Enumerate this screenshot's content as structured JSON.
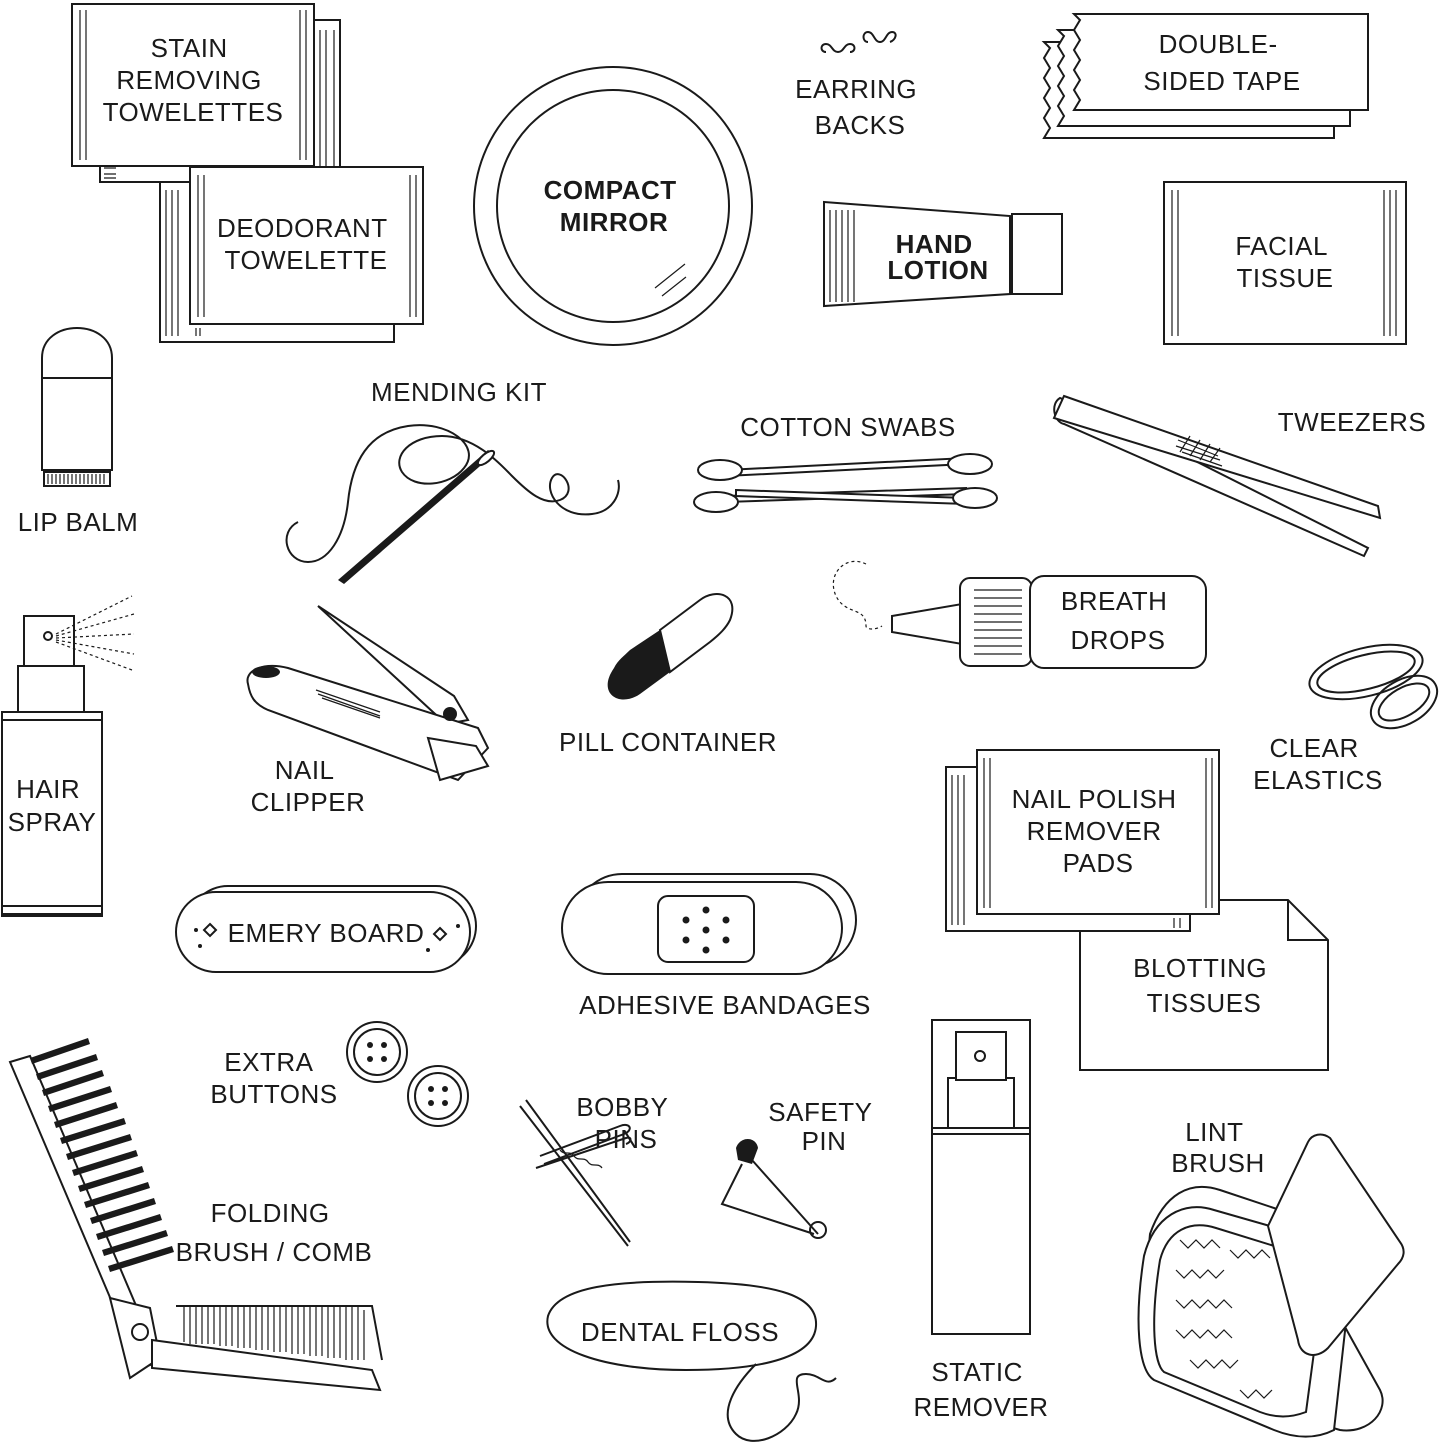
{
  "colors": {
    "ink": "#1a1a1a",
    "background": "#ffffff"
  },
  "items": {
    "stain_towelettes": [
      "STAIN",
      "REMOVING",
      "TOWELETTES"
    ],
    "deodorant_towelette": [
      "DEODORANT",
      "TOWELETTE"
    ],
    "compact_mirror": [
      "COMPACT",
      "MIRROR"
    ],
    "earring_backs": [
      "EARRING",
      "BACKS"
    ],
    "double_sided_tape": [
      "DOUBLE-",
      "SIDED TAPE"
    ],
    "hand_lotion": [
      "HAND",
      "LOTION"
    ],
    "facial_tissue": [
      "FACIAL",
      "TISSUE"
    ],
    "lip_balm": [
      "LIP BALM"
    ],
    "mending_kit": [
      "MENDING KIT"
    ],
    "cotton_swabs": [
      "COTTON SWABS"
    ],
    "tweezers": [
      "TWEEZERS"
    ],
    "hair_spray": [
      "HAIR",
      "SPRAY"
    ],
    "nail_clipper": [
      "NAIL",
      "CLIPPER"
    ],
    "pill_container": [
      "PILL CONTAINER"
    ],
    "breath_drops": [
      "BREATH",
      "DROPS"
    ],
    "clear_elastics": [
      "CLEAR",
      "ELASTICS"
    ],
    "nail_polish_pads": [
      "NAIL POLISH",
      "REMOVER",
      "PADS"
    ],
    "emery_board": [
      "EMERY BOARD"
    ],
    "adhesive_bandages": [
      "ADHESIVE BANDAGES"
    ],
    "blotting_tissues": [
      "BLOTTING",
      "TISSUES"
    ],
    "extra_buttons": [
      "EXTRA",
      "BUTTONS"
    ],
    "bobby_pins": [
      "BOBBY",
      "PINS"
    ],
    "safety_pin": [
      "SAFETY",
      "PIN"
    ],
    "lint_brush": [
      "LINT",
      "BRUSH"
    ],
    "folding_brush": [
      "FOLDING",
      "BRUSH / COMB"
    ],
    "dental_floss": [
      "DENTAL FLOSS"
    ],
    "static_remover": [
      "STATIC",
      "REMOVER"
    ]
  }
}
